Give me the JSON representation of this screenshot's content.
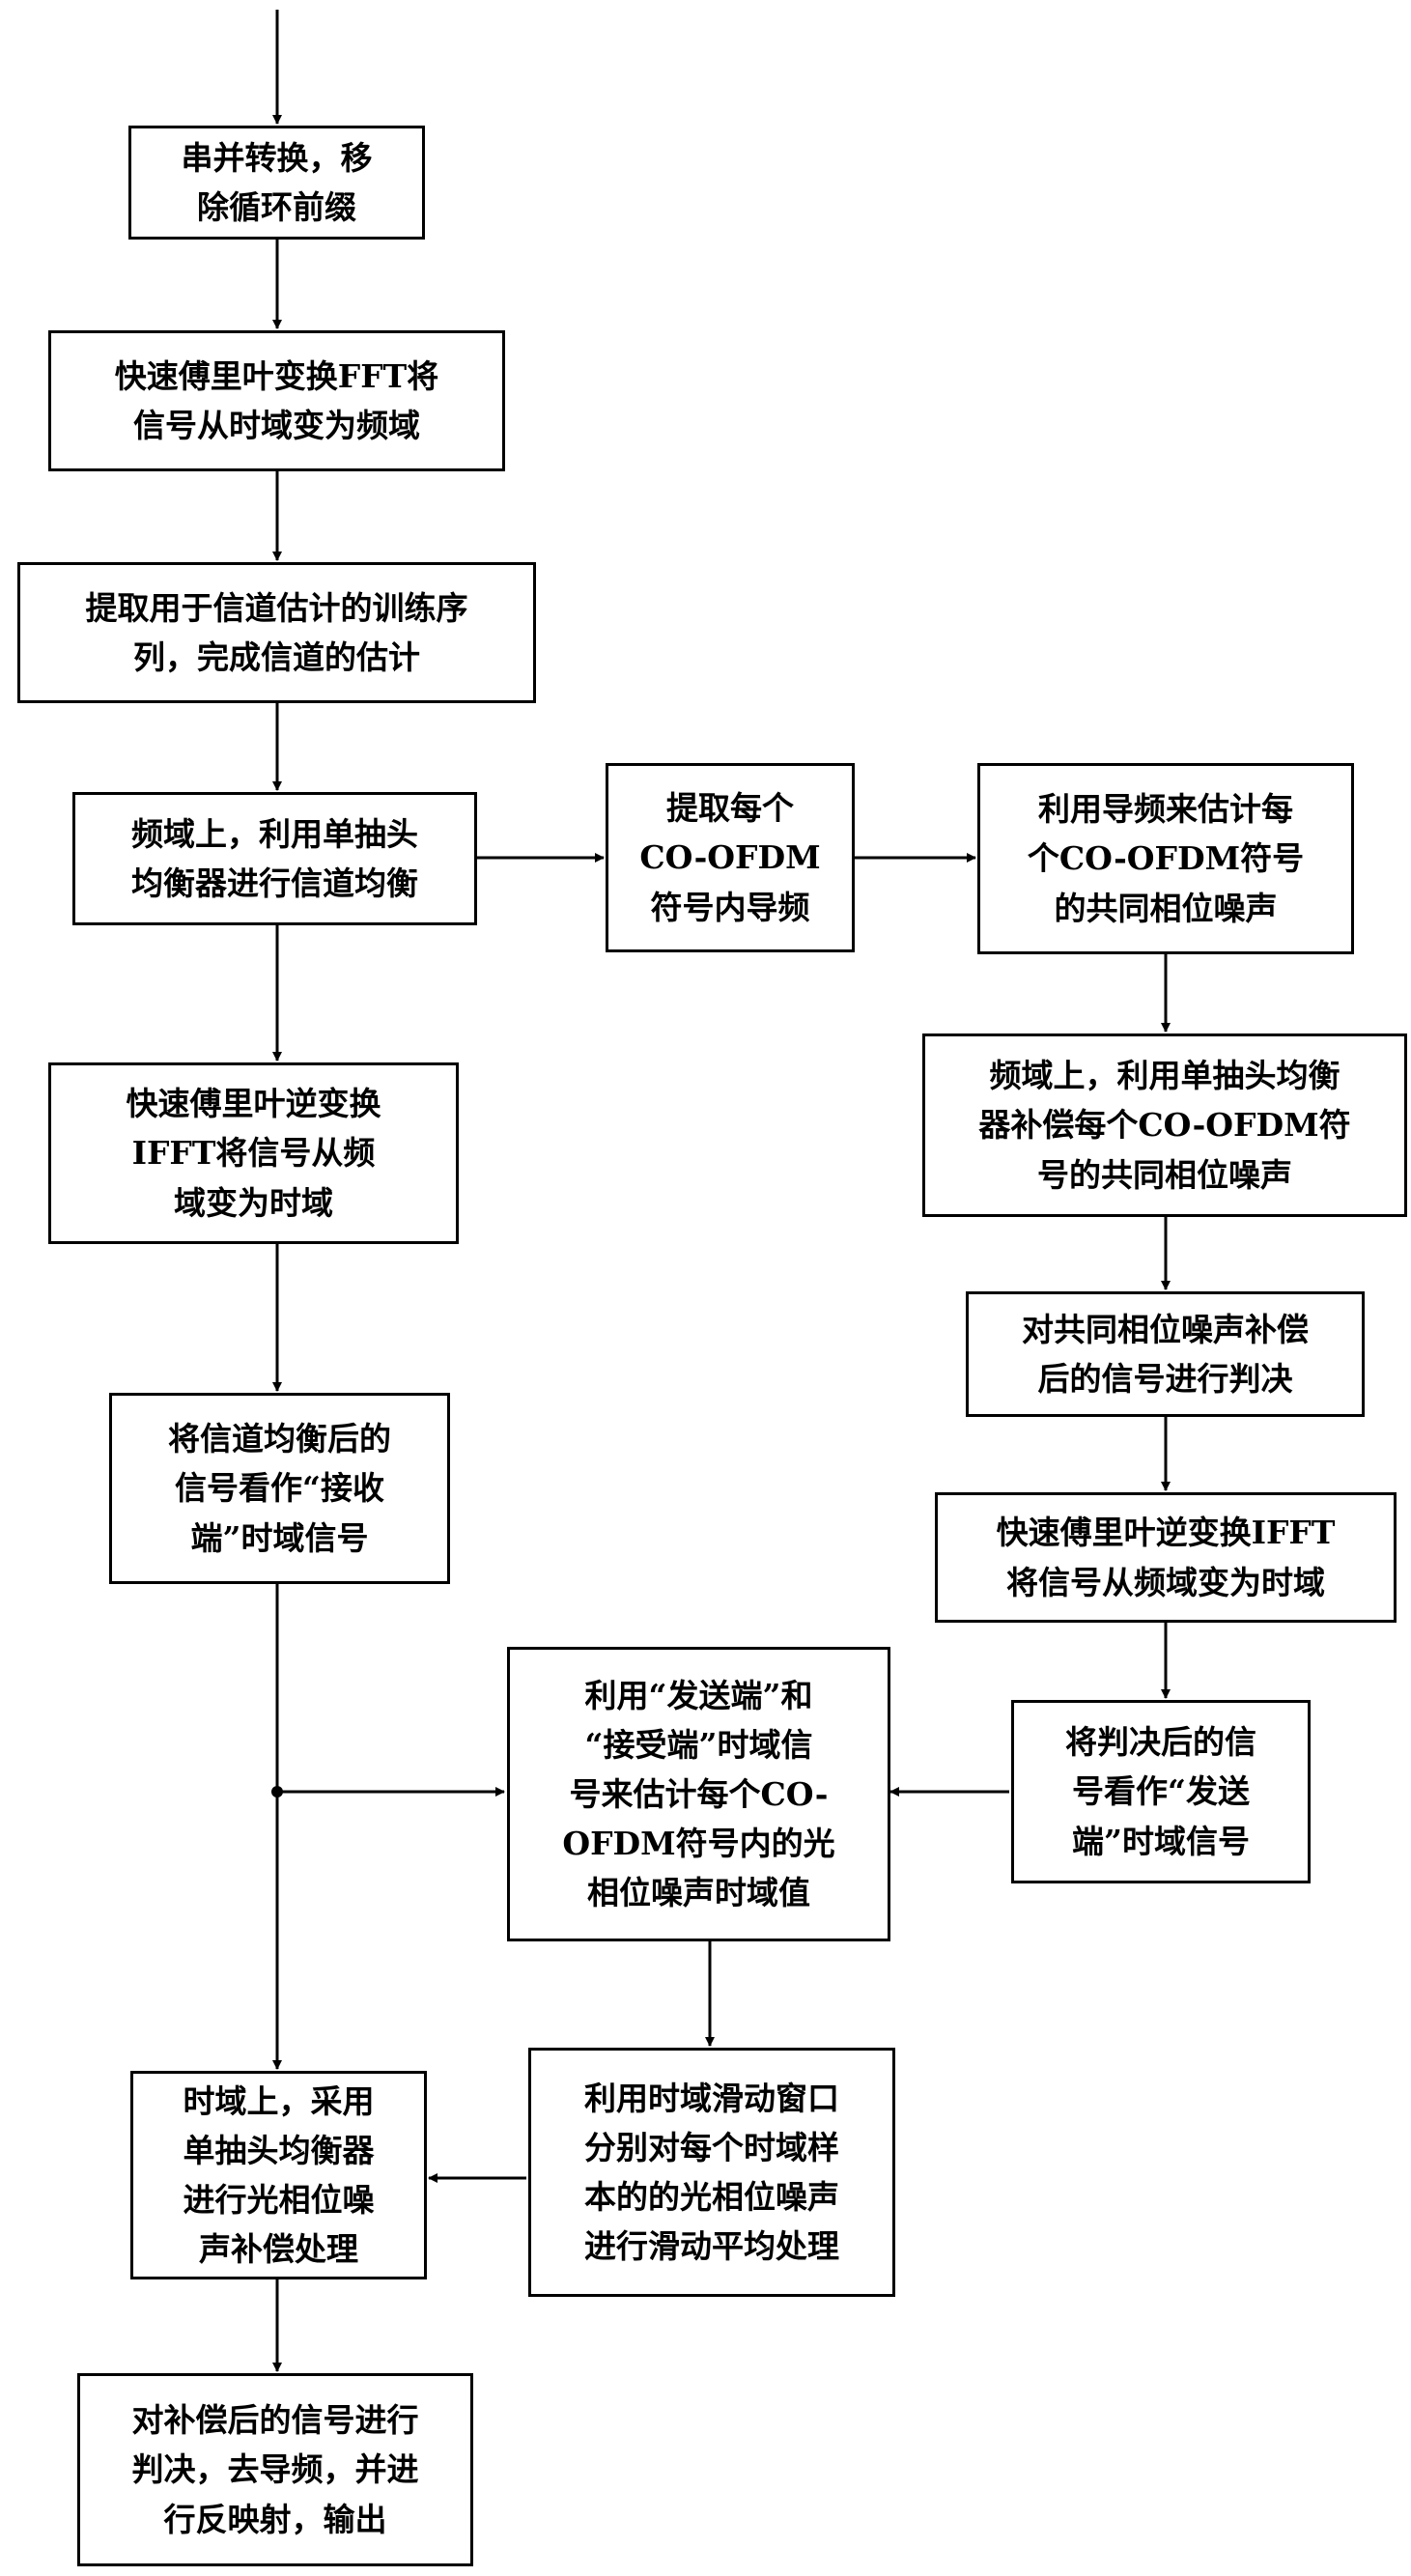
{
  "flowchart": {
    "steps": {
      "s1": "串并转换，移\n除循环前缀",
      "s2": "快速傅里叶变换FFT将\n信号从时域变为频域",
      "s3": "提取用于信道估计的训练序\n列，完成信道的估计",
      "s4": "频域上，利用单抽头\n均衡器进行信道均衡",
      "s5": "提取每个\nCO-OFDM\n符号内导频",
      "s6": "利用导频来估计每\n个CO-OFDM符号\n的共同相位噪声",
      "s7": "频域上，利用单抽头均衡\n器补偿每个CO-OFDM符\n号的共同相位噪声",
      "s8": "对共同相位噪声补偿\n后的信号进行判决",
      "s9": "快速傅里叶逆变换IFFT\n将信号从频域变为时域",
      "s10": "将判决后的信\n号看作“发送\n端”时域信号",
      "s11": "快速傅里叶逆变换\nIFFT将信号从频\n域变为时域",
      "s12": "将信道均衡后的\n信号看作“接收\n端”时域信号",
      "s13": "利用“发送端”和\n“接受端”时域信\n号来估计每个CO-\nOFDM符号内的光\n相位噪声时域值",
      "s14": "利用时域滑动窗口\n分别对每个时域样\n本的的光相位噪声\n进行滑动平均处理",
      "s15": "时域上，采用\n单抽头均衡器\n进行光相位噪\n声补偿处理",
      "s16": "对补偿后的信号进行\n判决，去导频，并进\n行反映射，输出"
    }
  }
}
